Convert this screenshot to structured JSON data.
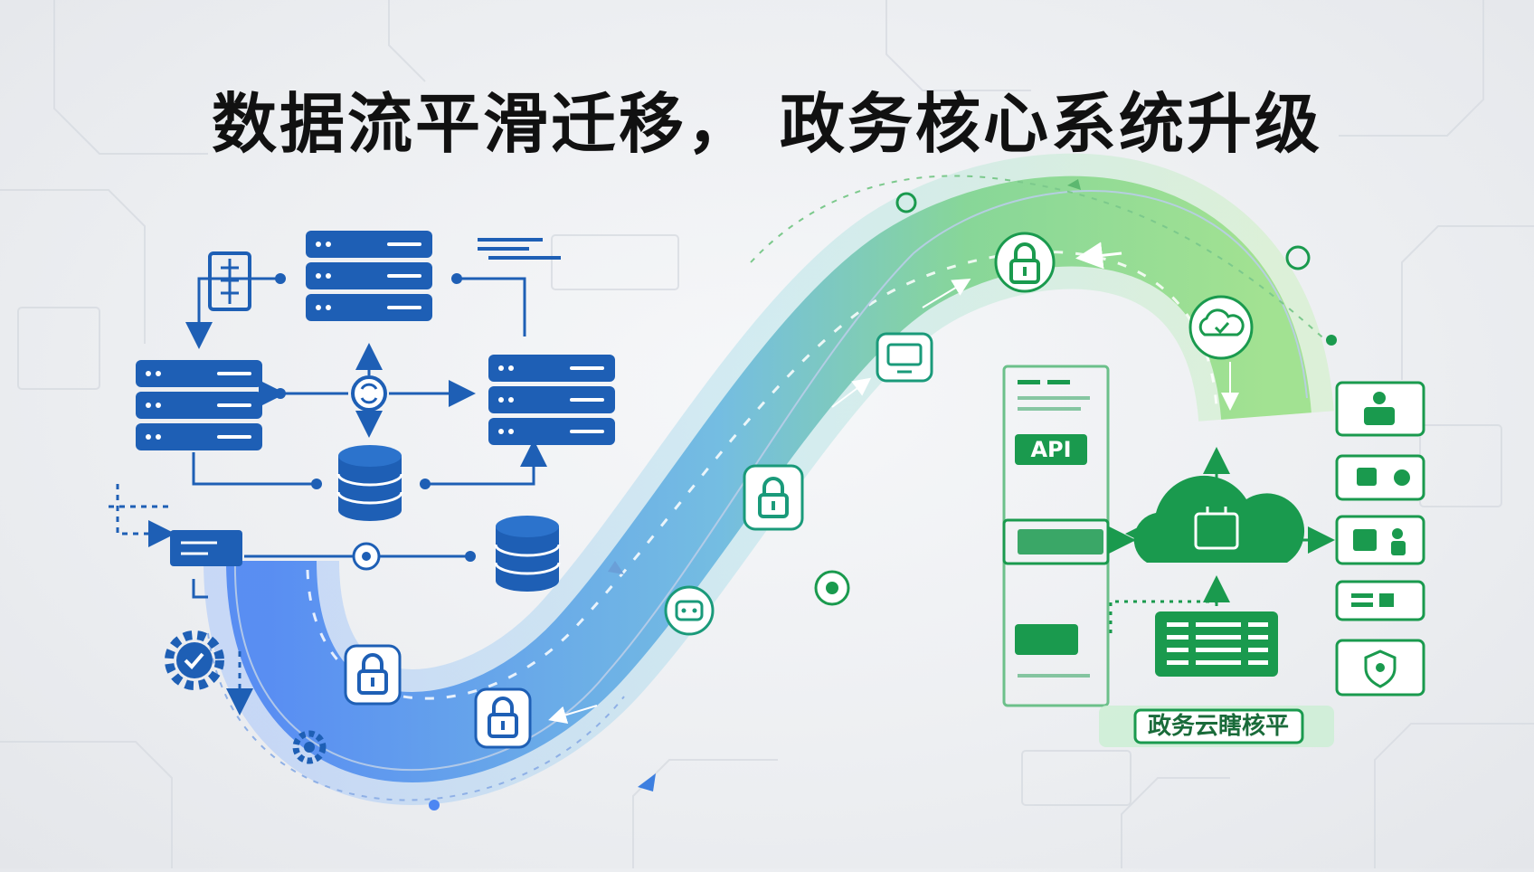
{
  "title": "数据流平滑迁移， 政务核心系统升级",
  "api_label": "API",
  "platform_label": "政务云瞎核平",
  "colors": {
    "blue": "#1e5fb5",
    "blue_light": "#5b95f0",
    "green": "#1a9a4e",
    "green_light": "#8fdd96",
    "background": "#eceef1"
  },
  "icons": {
    "left_cluster": [
      "server-rack-icon",
      "database-icon",
      "sync-hub-icon",
      "document-icon",
      "network-node-icon",
      "gear-icon"
    ],
    "flow": [
      "padlock-icon",
      "robot-icon",
      "monitor-icon",
      "cloud-check-icon"
    ],
    "right_cluster": [
      "cloud-chip-icon",
      "api-panel-icon",
      "data-grid-icon",
      "user-network-icon",
      "shield-icon"
    ]
  }
}
